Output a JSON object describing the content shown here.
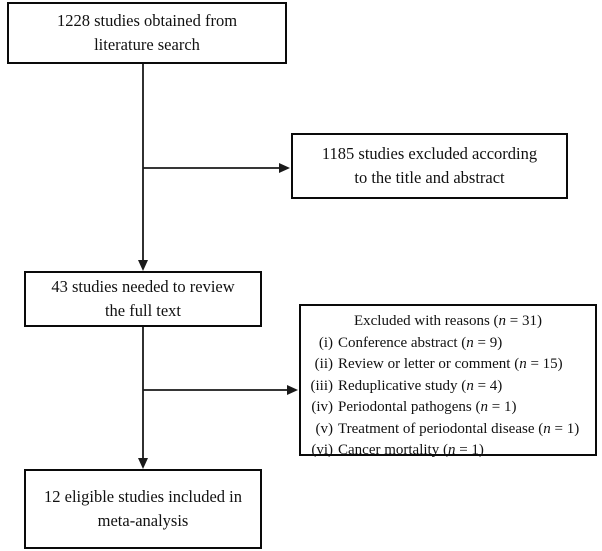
{
  "diagram": {
    "box_obtained": {
      "line1": "1228 studies obtained from",
      "line2": "literature search"
    },
    "box_titleabs": {
      "line1": "1185 studies excluded according",
      "line2": "to the title and abstract"
    },
    "box_fulltext": {
      "line1": "43 studies needed to review",
      "line2": "the full text"
    },
    "box_eligible": {
      "line1": "12 eligible studies included in",
      "line2": "meta-analysis"
    },
    "box_reasons": {
      "heading": {
        "pre": "Excluded with reasons (",
        "n": "n",
        "post": " = 31)"
      },
      "items": [
        {
          "num": "(i)",
          "pre": "Conference abstract (",
          "n": "n",
          "post": " = 9)"
        },
        {
          "num": "(ii)",
          "pre": "Review or letter or comment (",
          "n": "n",
          "post": " = 15)"
        },
        {
          "num": "(iii)",
          "pre": "Reduplicative study (",
          "n": "n",
          "post": " = 4)"
        },
        {
          "num": "(iv)",
          "pre": "Periodontal pathogens (",
          "n": "n",
          "post": " = 1)"
        },
        {
          "num": "(v)",
          "pre": "Treatment of periodontal disease (",
          "n": "n",
          "post": " = 1)"
        },
        {
          "num": "(vi)",
          "pre": "Cancer mortality (",
          "n": "n",
          "post": " = 1)"
        }
      ]
    }
  }
}
